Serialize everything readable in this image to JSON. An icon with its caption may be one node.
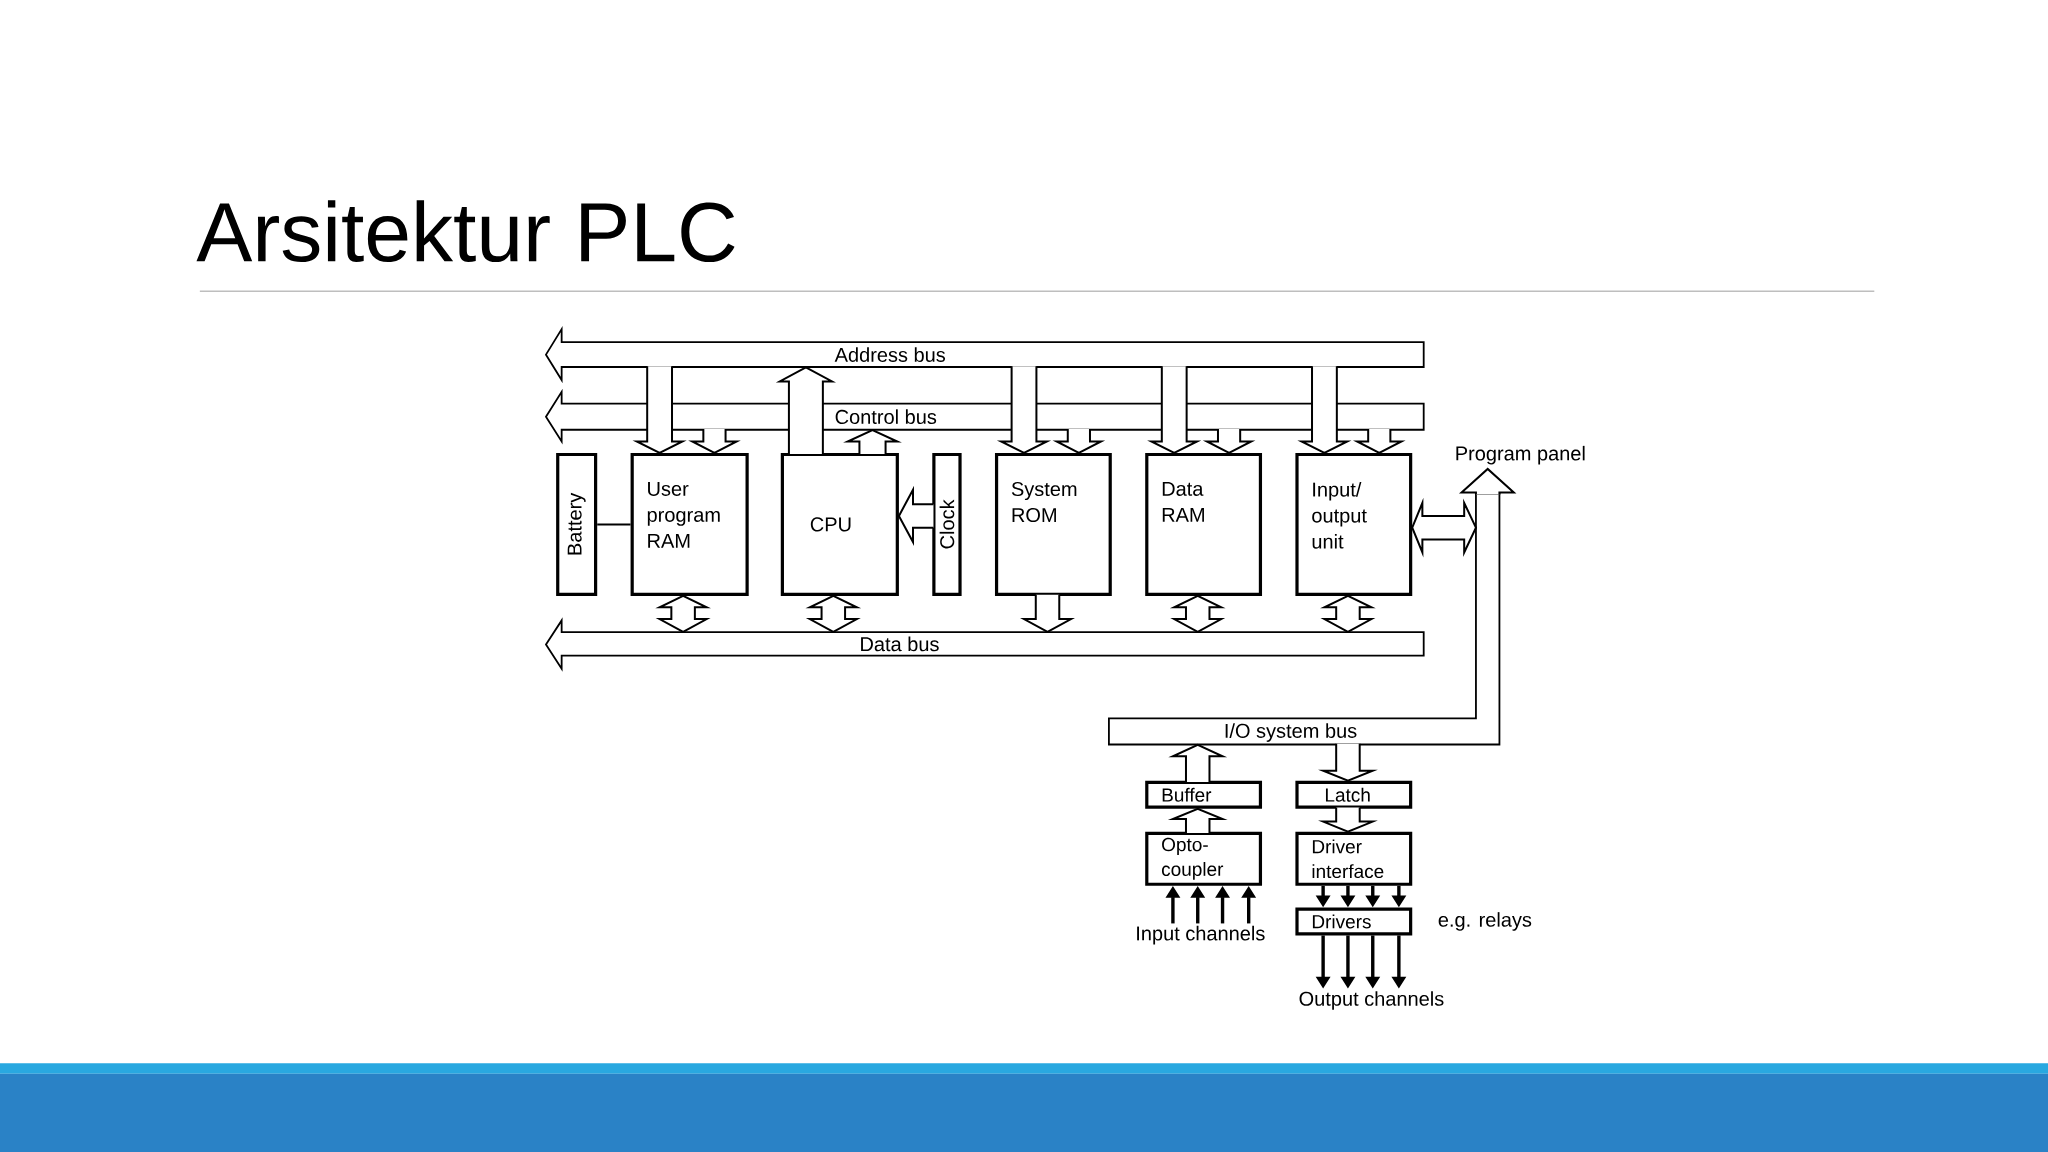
{
  "diagram": {
    "title": "Arsitektur PLC",
    "nodes": [
      {
        "text": [
          "Address bus"
        ]
      },
      {
        "text": [
          "Control bus"
        ]
      },
      {
        "text": [
          "Data bus"
        ]
      },
      {
        "text": [
          "Battery"
        ]
      },
      {
        "text": [
          "User program RAM"
        ]
      },
      {
        "text": [
          "CPU"
        ]
      },
      {
        "text": [
          "Clock"
        ]
      },
      {
        "text": [
          "System ROM"
        ]
      },
      {
        "text": [
          "Data RAM"
        ]
      },
      {
        "text": [
          "Input/ output unit"
        ]
      },
      {
        "text": [
          "I/O system bus"
        ]
      },
      {
        "text": [
          "Program panel"
        ]
      },
      {
        "text": [
          "Buffer"
        ]
      },
      {
        "text": [
          "Opto- coupler"
        ]
      },
      {
        "text": [
          "Latch"
        ]
      },
      {
        "text": [
          "Driver interface"
        ]
      },
      {
        "text": [
          "Drivers"
        ],
        "beside": [
          "e.g. relays"
        ]
      },
      {
        "text": [
          "Input channels"
        ]
      },
      {
        "text": [
          "Output channels"
        ]
      }
    ],
    "edges": [
      {
        "from": 0,
        "to": 4,
        "arrow": "to"
      },
      {
        "from": 1,
        "to": 4,
        "arrow": "to"
      },
      {
        "from": 5,
        "to": 0,
        "arrow": "to"
      },
      {
        "from": 5,
        "to": 1,
        "arrow": "to"
      },
      {
        "from": 0,
        "to": 7,
        "arrow": "to"
      },
      {
        "from": 1,
        "to": 7,
        "arrow": "to"
      },
      {
        "from": 0,
        "to": 8,
        "arrow": "to"
      },
      {
        "from": 1,
        "to": 8,
        "arrow": "to"
      },
      {
        "from": 0,
        "to": 9,
        "arrow": "to"
      },
      {
        "from": 1,
        "to": 9,
        "arrow": "to"
      },
      {
        "from": 4,
        "to": 2,
        "arrow": "both"
      },
      {
        "from": 5,
        "to": 2,
        "arrow": "both"
      },
      {
        "from": 7,
        "to": 2,
        "arrow": "to"
      },
      {
        "from": 8,
        "to": 2,
        "arrow": "both"
      },
      {
        "from": 9,
        "to": 2,
        "arrow": "both"
      },
      {
        "from": 3,
        "to": 4,
        "arrow": "none"
      },
      {
        "from": 6,
        "to": 5,
        "arrow": "to"
      },
      {
        "from": 9,
        "to": 10,
        "arrow": "both"
      },
      {
        "from": 10,
        "to": 11,
        "arrow": "to"
      },
      {
        "from": 12,
        "to": 10,
        "arrow": "to"
      },
      {
        "from": 13,
        "to": 12,
        "arrow": "to"
      },
      {
        "from": 10,
        "to": 14,
        "arrow": "to"
      },
      {
        "from": 14,
        "to": 15,
        "arrow": "to"
      },
      {
        "from": 15,
        "to": 16,
        "arrow": "to"
      },
      {
        "from": 15,
        "to": 16,
        "arrow": "to"
      },
      {
        "from": 15,
        "to": 16,
        "arrow": "to"
      },
      {
        "from": 15,
        "to": 16,
        "arrow": "to"
      },
      {
        "from": 17,
        "to": 13,
        "arrow": "to"
      },
      {
        "from": 17,
        "to": 13,
        "arrow": "to"
      },
      {
        "from": 17,
        "to": 13,
        "arrow": "to"
      },
      {
        "from": 17,
        "to": 13,
        "arrow": "to"
      },
      {
        "from": 16,
        "to": 18,
        "arrow": "to"
      },
      {
        "from": 16,
        "to": 18,
        "arrow": "to"
      },
      {
        "from": 16,
        "to": 18,
        "arrow": "to"
      },
      {
        "from": 16,
        "to": 18,
        "arrow": "to"
      }
    ]
  }
}
